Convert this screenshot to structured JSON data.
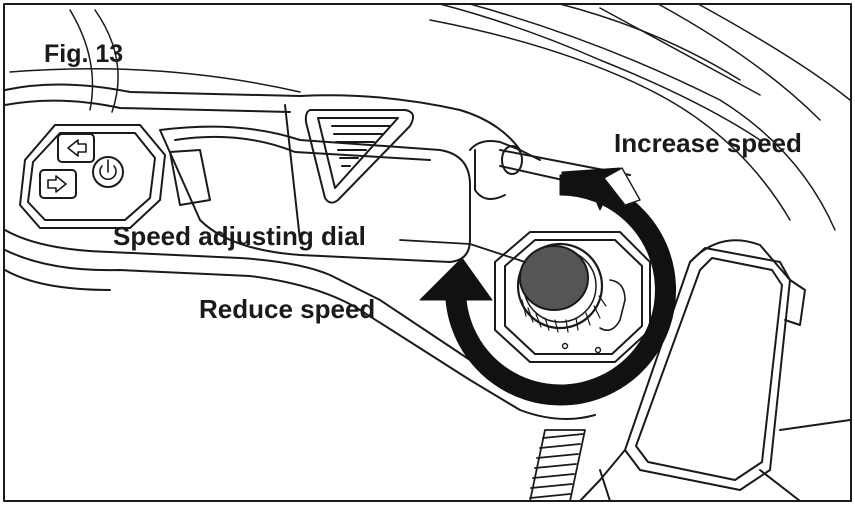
{
  "figure": {
    "number_label": "Fig. 13"
  },
  "callouts": {
    "increase_speed": "Increase speed",
    "speed_dial": "Speed adjusting dial",
    "reduce_speed": "Reduce speed"
  },
  "colors": {
    "line": "#1a1a1a",
    "arrow_fill": "#111111",
    "dial_fill": "#555555",
    "background": "#ffffff"
  },
  "icons": {
    "control_buttons": [
      "arrow-left-icon",
      "arrow-right-icon",
      "power-icon"
    ],
    "vent": "vent-grille-icon"
  }
}
